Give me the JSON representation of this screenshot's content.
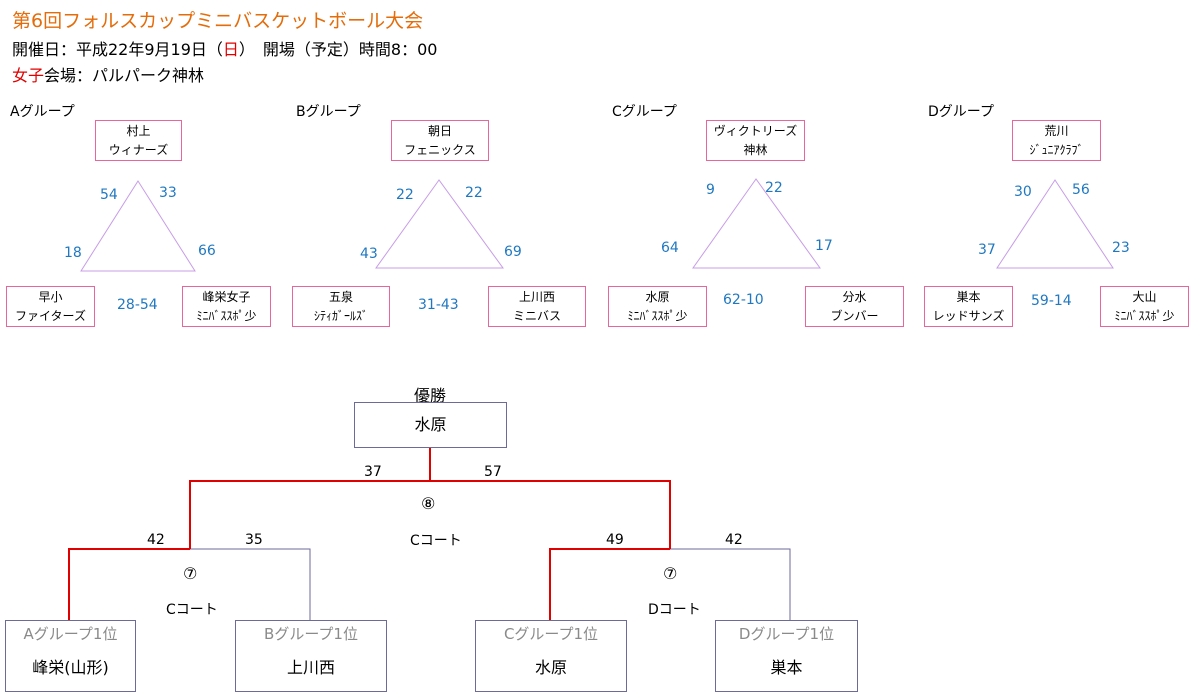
{
  "header": {
    "title": "第6回フォルスカップミニバスケットボール大会",
    "date_prefix": "開催日：平成22年9月19日（",
    "date_day": "日",
    "date_suffix": "）　開場（予定）時間8：00",
    "venue_women": "女子",
    "venue_rest": "会場：パルパーク神林"
  },
  "groups": [
    {
      "label": "Aグループ",
      "top_team": [
        "村上",
        "ウィナーズ"
      ],
      "left_team": [
        "早小",
        "ファイターズ"
      ],
      "right_team": [
        "峰栄女子",
        "ﾐﾆﾊﾞｽｽﾎﾟ少"
      ],
      "score_top_left": "54",
      "score_top_right": "33",
      "score_left": "18",
      "score_right": "66",
      "score_bottom": "28-54"
    },
    {
      "label": "Bグループ",
      "top_team": [
        "朝日",
        "フェニックス"
      ],
      "left_team": [
        "五泉",
        "ｼﾃｨｶﾞｰﾙｽﾞ"
      ],
      "right_team": [
        "上川西",
        "ミニバス"
      ],
      "score_top_left": "22",
      "score_top_right": "22",
      "score_left": "43",
      "score_right": "69",
      "score_bottom": "31-43"
    },
    {
      "label": "Cグループ",
      "top_team": [
        "ヴィクトリーズ",
        "神林"
      ],
      "left_team": [
        "水原",
        "ﾐﾆﾊﾞｽｽﾎﾟ少"
      ],
      "right_team": [
        "分水",
        "ブンバー"
      ],
      "score_top_left": "9",
      "score_top_right": "22",
      "score_left": "64",
      "score_right": "17",
      "score_bottom": "62-10"
    },
    {
      "label": "Dグループ",
      "top_team": [
        "荒川",
        "ｼﾞｭﾆｱｸﾗﾌﾞ"
      ],
      "left_team": [
        "巣本",
        "レッドサンズ"
      ],
      "right_team": [
        "大山",
        "ﾐﾆﾊﾞｽｽﾎﾟ少"
      ],
      "score_top_left": "30",
      "score_top_right": "56",
      "score_left": "37",
      "score_right": "23",
      "score_bottom": "59-14"
    }
  ],
  "bracket": {
    "champion_label": "優勝",
    "champion": "水原",
    "final": {
      "circle": "⑧",
      "court": "Cコート",
      "score_left": "37",
      "score_right": "57"
    },
    "semi_left": {
      "circle": "⑦",
      "court": "Cコート",
      "score_left": "42",
      "score_right": "35"
    },
    "semi_right": {
      "circle": "⑦",
      "court": "Dコート",
      "score_left": "49",
      "score_right": "42"
    },
    "slots": [
      {
        "seed": "Aグループ1位",
        "team": "峰栄(山形)"
      },
      {
        "seed": "Bグループ1位",
        "team": "上川西"
      },
      {
        "seed": "Cグループ1位",
        "team": "水原"
      },
      {
        "seed": "Dグループ1位",
        "team": "巣本"
      }
    ],
    "colors": {
      "winner_line": "#e00000",
      "line": "#6c6a99"
    }
  }
}
